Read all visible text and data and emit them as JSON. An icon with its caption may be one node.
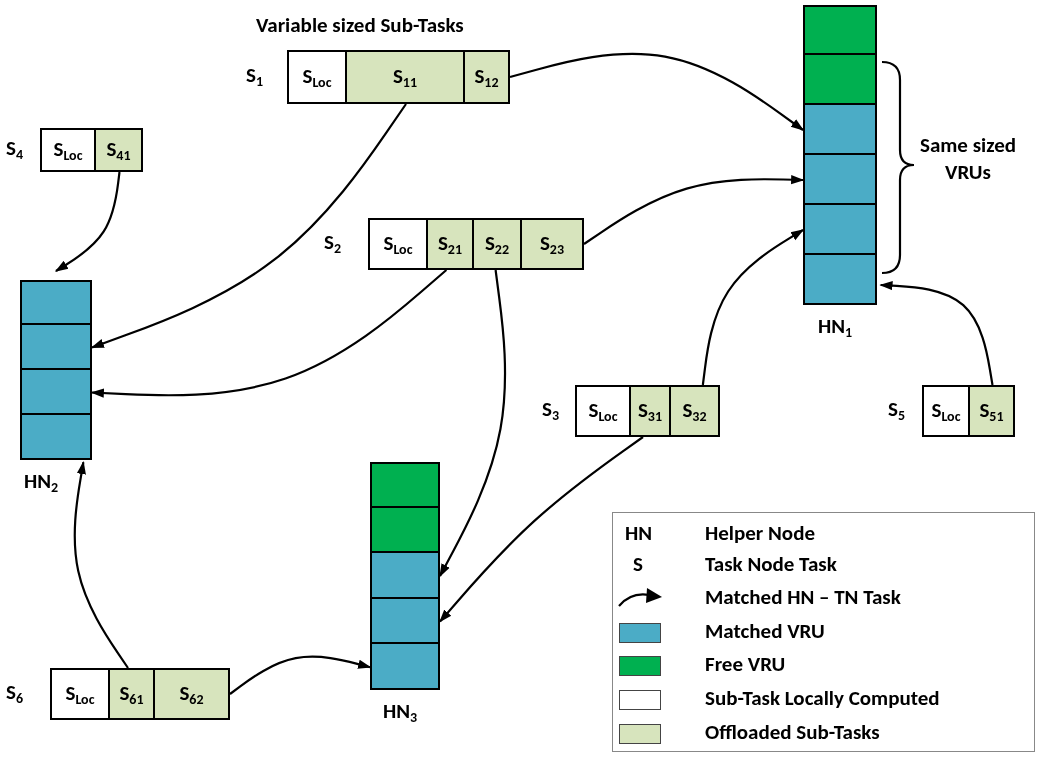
{
  "diagram": {
    "nodes": [
      {
        "text": [
          "S$_{1}$"
        ]
      },
      {
        "text": [
          "S$_{Loc}$"
        ],
        "in": 0
      },
      {
        "text": [
          "S$_{11}$"
        ],
        "in": 0
      },
      {
        "text": [
          "S$_{12}$"
        ],
        "in": 0
      },
      {
        "text": [
          "HN$_{1}$"
        ]
      },
      {
        "text": [],
        "shape": "box",
        "in": 4
      },
      {
        "text": [],
        "shape": "box",
        "in": 4
      },
      {
        "text": [],
        "shape": "box",
        "in": 4
      },
      {
        "text": [],
        "shape": "box",
        "in": 4
      },
      {
        "text": [],
        "shape": "box",
        "in": 4
      },
      {
        "text": [],
        "shape": "box",
        "in": 4
      },
      {
        "text": [
          "S$_{4}$"
        ]
      },
      {
        "text": [
          "S$_{Loc}$"
        ],
        "in": 11
      },
      {
        "text": [
          "S$_{41}$"
        ],
        "in": 11
      },
      {
        "text": [
          "S$_{2}$"
        ]
      },
      {
        "text": [
          "S$_{Loc}$"
        ],
        "in": 14
      },
      {
        "text": [
          "S$_{21}$"
        ],
        "in": 14
      },
      {
        "text": [
          "S$_{22}$"
        ],
        "in": 14
      },
      {
        "text": [
          "S$_{23}$"
        ],
        "in": 14
      },
      {
        "text": [
          "HN$_{2}$"
        ]
      },
      {
        "text": [],
        "shape": "box",
        "in": 19
      },
      {
        "text": [],
        "shape": "box",
        "in": 19
      },
      {
        "text": [],
        "shape": "box",
        "in": 19
      },
      {
        "text": [],
        "shape": "box",
        "in": 19
      },
      {
        "text": [
          "S$_{3}$"
        ]
      },
      {
        "text": [
          "S$_{Loc}$"
        ],
        "in": 24
      },
      {
        "text": [
          "S$_{31}$"
        ],
        "in": 24
      },
      {
        "text": [
          "S$_{32}$"
        ],
        "in": 24
      },
      {
        "text": [
          "S$_{5}$"
        ]
      },
      {
        "text": [
          "S$_{Loc}$"
        ],
        "in": 28
      },
      {
        "text": [
          "S$_{51}$"
        ],
        "in": 28
      },
      {
        "text": [
          "HN$_{3}$"
        ]
      },
      {
        "text": [],
        "shape": "box",
        "in": 31
      },
      {
        "text": [],
        "shape": "box",
        "in": 31
      },
      {
        "text": [],
        "shape": "box",
        "in": 31
      },
      {
        "text": [],
        "shape": "box",
        "in": 31
      },
      {
        "text": [],
        "shape": "box",
        "in": 31
      },
      {
        "text": [
          "S$_{6}$"
        ]
      },
      {
        "text": [
          "S$_{Loc}$"
        ],
        "in": 37
      },
      {
        "text": [
          "S$_{61}$"
        ],
        "in": 37
      },
      {
        "text": [
          "S$_{62}$"
        ],
        "in": 37
      }
    ],
    "edges": [
      {
        "from": 3,
        "to": 7,
        "arrow": "to"
      },
      {
        "from": 2,
        "to": 21,
        "arrow": "to"
      },
      {
        "from": 13,
        "to": 20,
        "arrow": "to"
      },
      {
        "from": 16,
        "to": 22,
        "arrow": "to"
      },
      {
        "from": 17,
        "to": 34,
        "arrow": "to"
      },
      {
        "from": 18,
        "to": 8,
        "arrow": "to"
      },
      {
        "from": 27,
        "to": 9,
        "arrow": "to"
      },
      {
        "from": 26,
        "to": 35,
        "arrow": "to"
      },
      {
        "from": 30,
        "to": 10,
        "arrow": "to"
      },
      {
        "from": 39,
        "to": 23,
        "arrow": "to"
      },
      {
        "from": 40,
        "to": 36,
        "arrow": "to"
      }
    ],
    "labels": [
      "Variable sized Sub-Tasks",
      "Same sized VRUs",
      "HN",
      "S"
    ],
    "legend": [
      {
        "text": "Helper Node"
      },
      {
        "text": "Task Node Task"
      },
      {
        "text": "Matched HN – TN Task"
      },
      {
        "text": "Matched VRU",
        "color": "#4bacc6"
      },
      {
        "text": "Free VRU",
        "color": "#00b050"
      },
      {
        "text": "Sub-Task Locally Computed",
        "color": "#ffffff"
      },
      {
        "text": "Offloaded Sub-Tasks",
        "color": "#d7e4bd"
      }
    ]
  }
}
